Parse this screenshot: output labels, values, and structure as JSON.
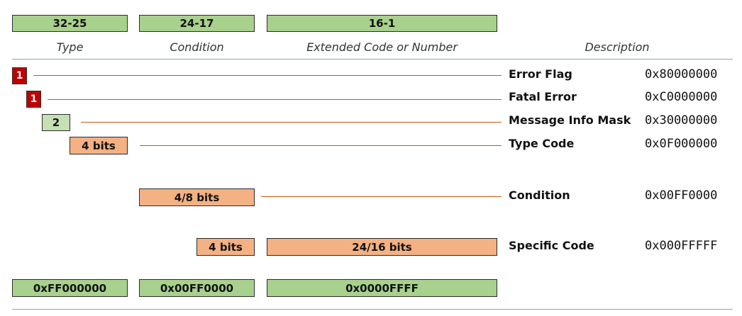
{
  "header_boxes": [
    "32-25",
    "24-17",
    "16-1"
  ],
  "column_headers": {
    "type": "Type",
    "condition": "Condition",
    "extended": "Extended Code or Number",
    "description": "Description"
  },
  "fields": [
    {
      "bits": "1",
      "label": "Error Flag",
      "mask": "0x80000000"
    },
    {
      "bits": "1",
      "label": "Fatal Error",
      "mask": "0xC0000000"
    },
    {
      "bits": "2",
      "label": "Message Info Mask",
      "mask": "0x30000000"
    },
    {
      "bits": "4 bits",
      "label": "Type Code",
      "mask": "0x0F000000"
    },
    {
      "bits": "4/8 bits",
      "label": "Condition",
      "mask": "0x00FF0000"
    },
    {
      "bits": "4 bits",
      "bits2": "24/16 bits",
      "label": "Specific Code",
      "mask": "0x000FFFFF"
    }
  ],
  "footer_boxes": [
    "0xFF000000",
    "0x00FF0000",
    "0x0000FFFF"
  ],
  "colors": {
    "green": "#a9d18e",
    "light_green": "#c5e0b4",
    "orange": "#f4b183",
    "red": "#c00000",
    "leader_line": "#c55a11",
    "rule": "#8aa4bf"
  }
}
